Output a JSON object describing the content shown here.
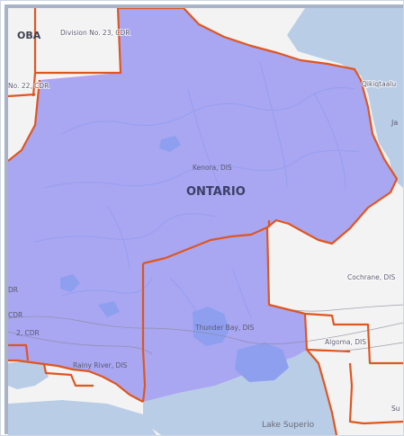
{
  "map": {
    "colors": {
      "ontario_fill": "#a9a6f2",
      "ontario_fill_dark": "#9b98ec",
      "land": "#f3f3f3",
      "water": "#b9cde6",
      "water_in_ontario": "#8e9ff0",
      "boundary": "#e0561f",
      "road": "#8a8a9a",
      "frame": "#a8b3c7"
    },
    "province_label": "ONTARIO",
    "edge_labels": {
      "oba": "OBA",
      "ja": "Ja",
      "dr_left": "DR",
      "cdr_left": "CDR",
      "two_cdr": "2, CDR"
    },
    "division_labels": {
      "division_23": "Division No. 23, CDR",
      "division_22": "No. 22, CDR",
      "qikiqtaaluk": "Qikiqtaalu",
      "kenora": "Kenora, DIS",
      "cochrane": "Cochrane, DIS",
      "thunder_bay": "Thunder Bay, DIS",
      "algoma": "Algoma, DIS",
      "rainy_river": "Rainy River, DIS",
      "su": "Su"
    },
    "water_labels": {
      "lake_superior": "Lake Superio"
    }
  }
}
